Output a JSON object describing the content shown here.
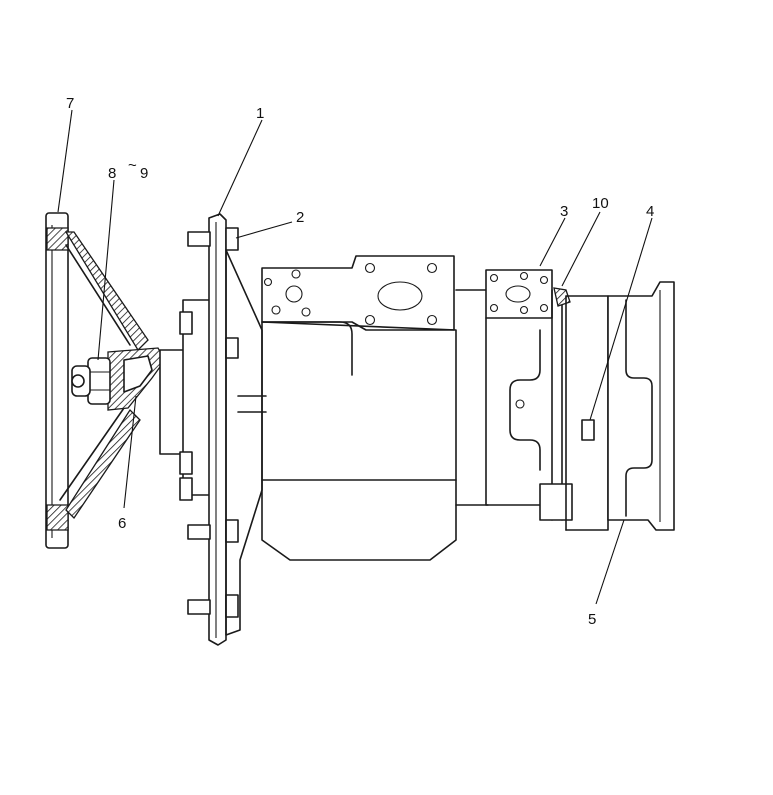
{
  "callouts": [
    {
      "id": "1",
      "label": "1"
    },
    {
      "id": "2",
      "label": "2"
    },
    {
      "id": "3",
      "label": "3"
    },
    {
      "id": "4",
      "label": "4"
    },
    {
      "id": "5",
      "label": "5"
    },
    {
      "id": "6",
      "label": "6"
    },
    {
      "id": "7",
      "label": "7"
    },
    {
      "id": "8",
      "label": "8"
    },
    {
      "id": "9",
      "label": "9"
    },
    {
      "id": "10",
      "label": "10"
    }
  ],
  "range_mark": "~"
}
